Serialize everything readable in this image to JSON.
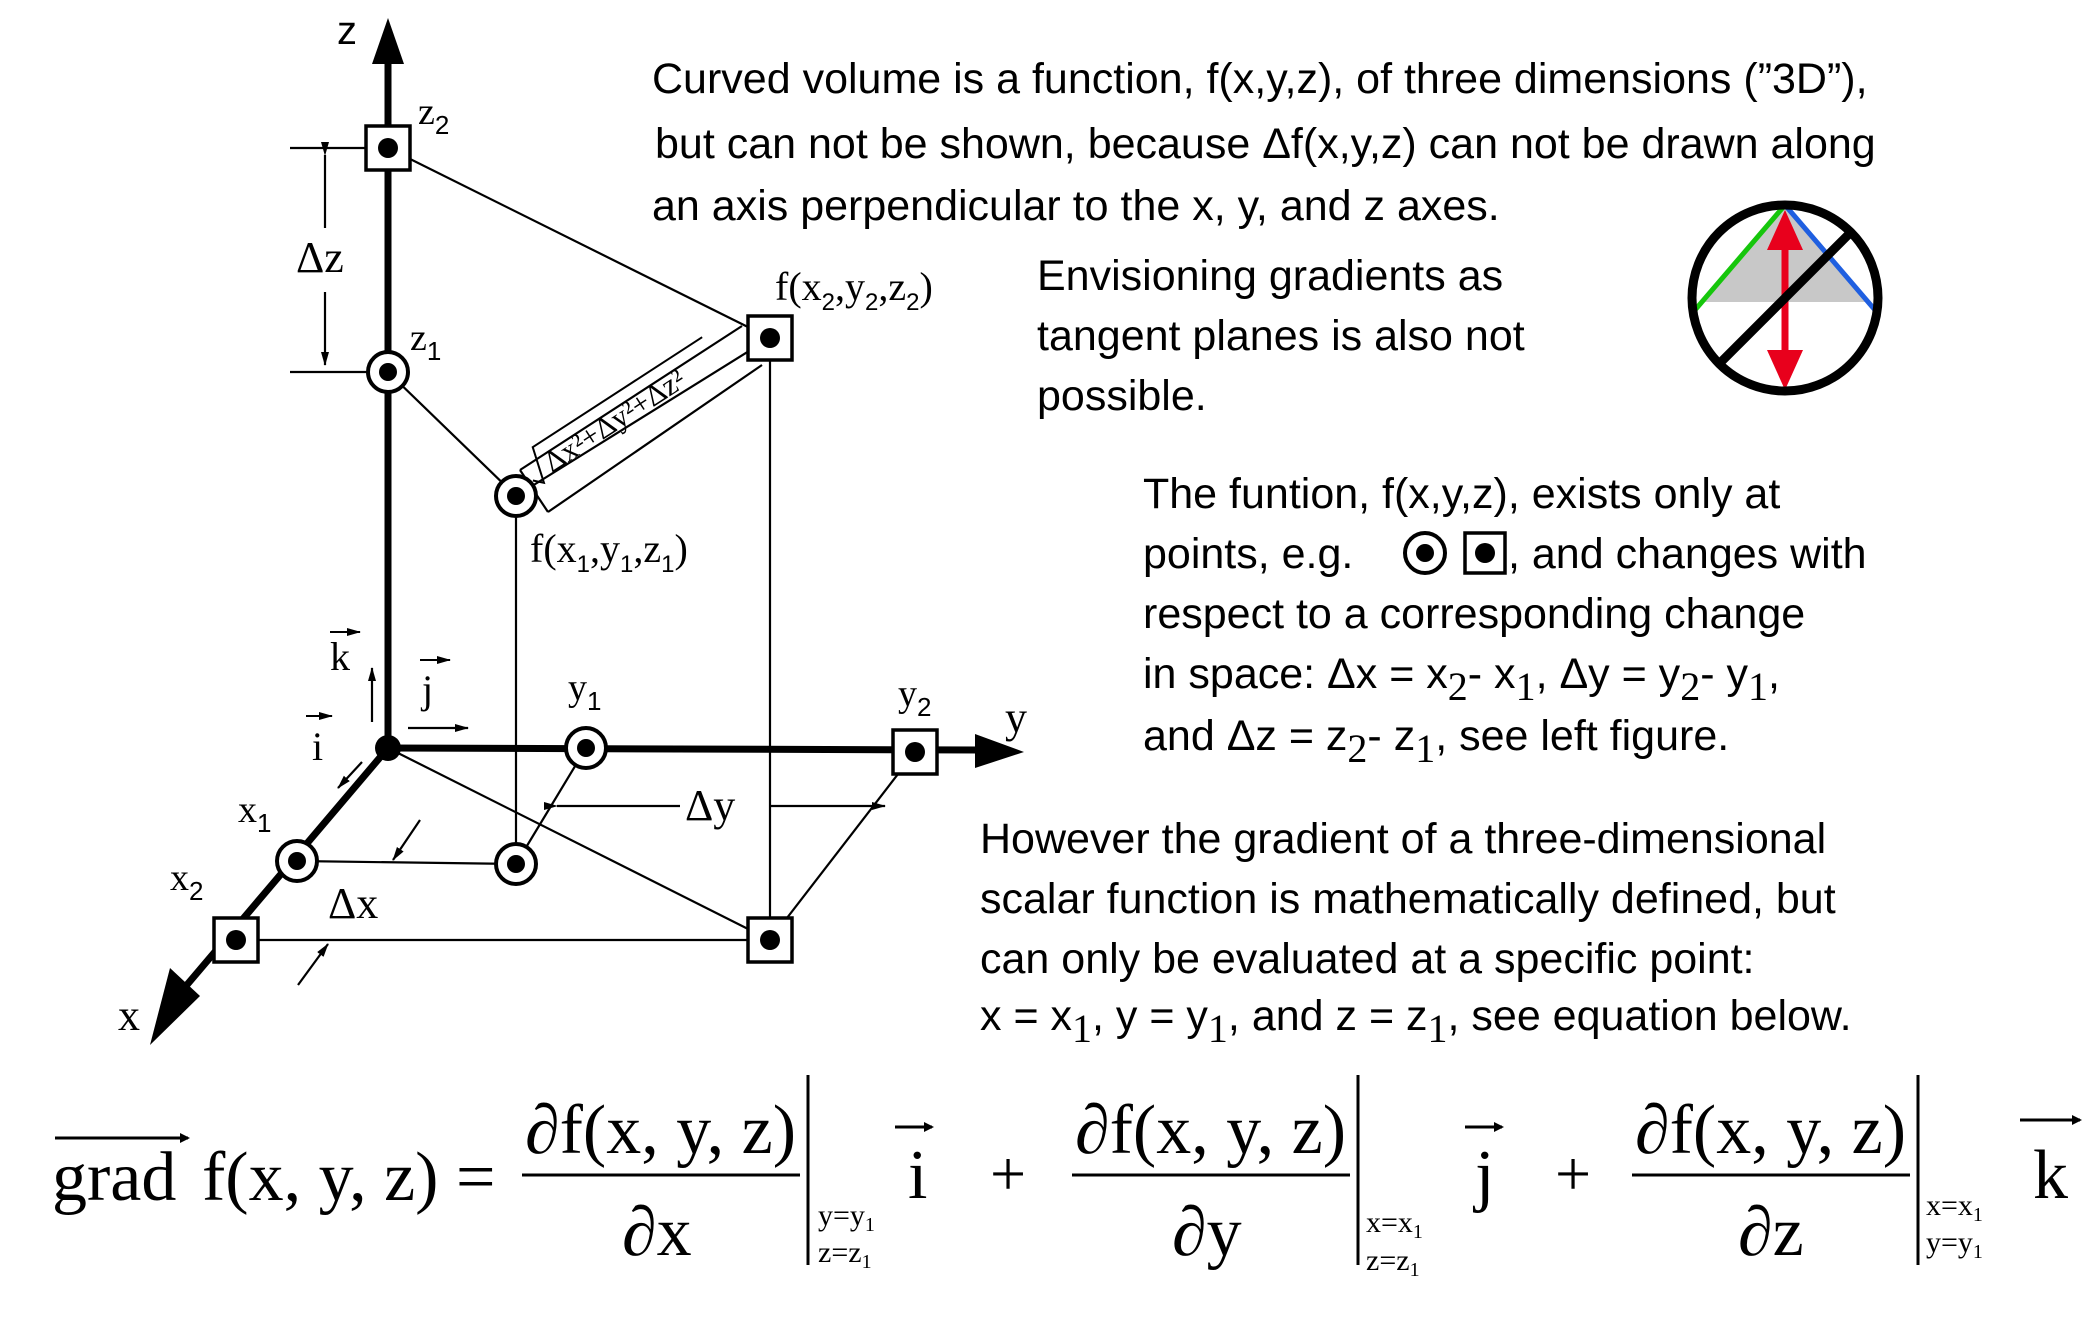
{
  "paragraphs": {
    "p1": [
      "Curved volume is a function, f(x,y,z), of  three dimensions (”3D”),",
      "but can not be shown, because Δf(x,y,z) can not be drawn  along",
      "an axis perpendicular to the x, y, and z axes."
    ],
    "p2": [
      "Envisioning gradients as",
      "tangent planes is also not",
      "possible."
    ],
    "p3": {
      "line1": "The funtion, f(x,y,z), exists only at",
      "line2_a": "points, e.g.",
      "line2_b": ", and changes with",
      "line3": "respect to a corresponding change",
      "line4_pre": "in space: Δx = x",
      "line4_mid1": "- x",
      "line4_mid2": ", Δy = y",
      "line4_mid3": "- y",
      "line4_end": ",",
      "line5_pre": "and Δz = z",
      "line5_mid": "- z",
      "line5_end": ", see left figure."
    },
    "p4": {
      "line1": "However the gradient of a three-dimensional",
      "line2": "scalar function is mathematically defined, but",
      "line3": "can only be evaluated at a specific point:",
      "line4_a": "x = x",
      "line4_b": ",  y = y",
      "line4_c": ", and  z = z",
      "line4_d": ", see equation below."
    },
    "sub1": "1",
    "sub2": "2"
  },
  "diagram": {
    "axis_x": "x",
    "axis_y": "y",
    "axis_z": "z",
    "x1": "x",
    "x2": "x",
    "y1": "y",
    "y2": "y",
    "z1": "z",
    "z2": "z",
    "dx": "Δx",
    "dy": "Δy",
    "dz": "Δz",
    "f1": "f(x",
    "f2": "f(x",
    "f_comma_y": ",y",
    "f_comma_z": ",z",
    "f_close": ")",
    "sqrt_label": "Δx²+Δy²+Δz²",
    "unit_i": "i",
    "unit_j": "j",
    "unit_k": "k"
  },
  "equation": {
    "lhs": "grad",
    "lhs_func": "f(x, y, z) =",
    "numerator": "∂f(x, y, z)",
    "den_x": "∂x",
    "den_y": "∂y",
    "den_z": "∂z",
    "eval_x_1": "y=y",
    "eval_x_2": "z=z",
    "eval_y_1": "x=x",
    "eval_y_2": "z=z",
    "eval_z_1": "x=x",
    "eval_z_2": "y=y",
    "plus": "+",
    "i": "i",
    "j": "j",
    "k": "k"
  },
  "colors": {
    "ink": "#000000",
    "red_arrow": "#e8001c",
    "green_line": "#16c60c",
    "blue_line": "#1f5fe0",
    "gray_fill": "#c8c8c8"
  },
  "icons": {
    "no_symbol": "prohibition-sign-icon"
  }
}
